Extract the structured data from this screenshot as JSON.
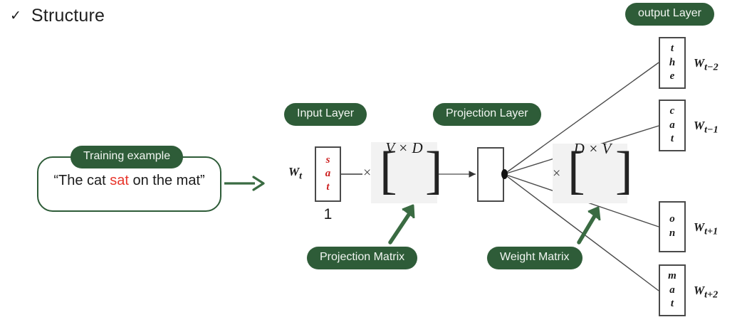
{
  "slide": {
    "bullet_icon": "check-icon",
    "bullet_glyph": "✓",
    "title": "Structure"
  },
  "colors": {
    "pill_green": "#2e5c38",
    "arrow_green": "#3a6b42",
    "highlight_red": "#e8352b",
    "vector_red": "#cc1f1f",
    "matrix_bg": "#f2f2f2",
    "box_stroke": "#4a4a4a",
    "line_gray": "#5a5a5a"
  },
  "training_example": {
    "pill_label": "Training example",
    "sentence_prefix": "“The cat ",
    "sentence_highlight": "sat",
    "sentence_suffix": " on the mat”"
  },
  "input_layer": {
    "pill_label": "Input Layer",
    "vector_label": "W",
    "vector_label_sub": "t",
    "tokens": [
      "s",
      "a",
      "t"
    ],
    "count_label": "1",
    "mult_sign": "×",
    "matrix_dims": "V × D",
    "bracket_open": "[",
    "bracket_close": "]"
  },
  "projection_layer": {
    "pill_label": "Projection Layer"
  },
  "weight_matrix": {
    "mult_sign": "×",
    "matrix_dims": "D × V",
    "bracket_open": "[",
    "bracket_close": "]"
  },
  "output_layer": {
    "pill_label": "output Layer",
    "boxes": [
      {
        "tokens": [
          "t",
          "h",
          "e"
        ],
        "label": "W",
        "label_sub": "t−2"
      },
      {
        "tokens": [
          "c",
          "a",
          "t"
        ],
        "label": "W",
        "label_sub": "t−1"
      },
      {
        "tokens": [
          "o",
          "n"
        ],
        "label": "W",
        "label_sub": "t+1"
      },
      {
        "tokens": [
          "m",
          "a",
          "t"
        ],
        "label": "W",
        "label_sub": "t+2"
      }
    ]
  },
  "callouts": {
    "projection_matrix": "Projection Matrix",
    "weight_matrix": "Weight Matrix"
  }
}
